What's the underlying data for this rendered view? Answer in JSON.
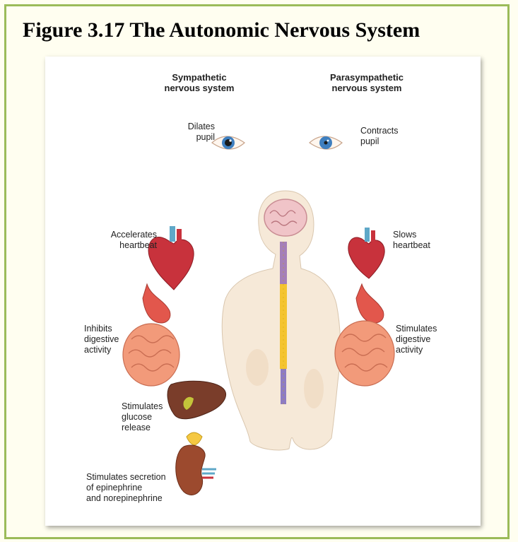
{
  "figure": {
    "title": "Figure 3.17 The Autonomic Nervous System"
  },
  "headers": {
    "sympathetic": "Sympathetic\nnervous system",
    "parasympathetic": "Parasympathetic\nnervous system"
  },
  "sympathetic_labels": {
    "eye": "Dilates\npupil",
    "heart": "Accelerates\nheartbeat",
    "digestion": "Inhibits\ndigestive\nactivity",
    "liver": "Stimulates\nglucose\nrelease",
    "adrenal": "Stimulates secretion\nof epinephrine\nand norepinephrine"
  },
  "parasympathetic_labels": {
    "eye": "Contracts\npupil",
    "heart": "Slows\nheartbeat",
    "digestion": "Stimulates\ndigestive\nactivity"
  },
  "colors": {
    "border": "#9bbb59",
    "page": "#fffef0",
    "body": "#f6e9d8",
    "spinal_cord": "#f4c430",
    "spine_upper": "#a57fb8",
    "heart": "#c8323c",
    "intestine": "#f29a7a",
    "liver": "#7a3d2a",
    "kidney": "#9c4a2e",
    "iris": "#3f7fbf"
  }
}
